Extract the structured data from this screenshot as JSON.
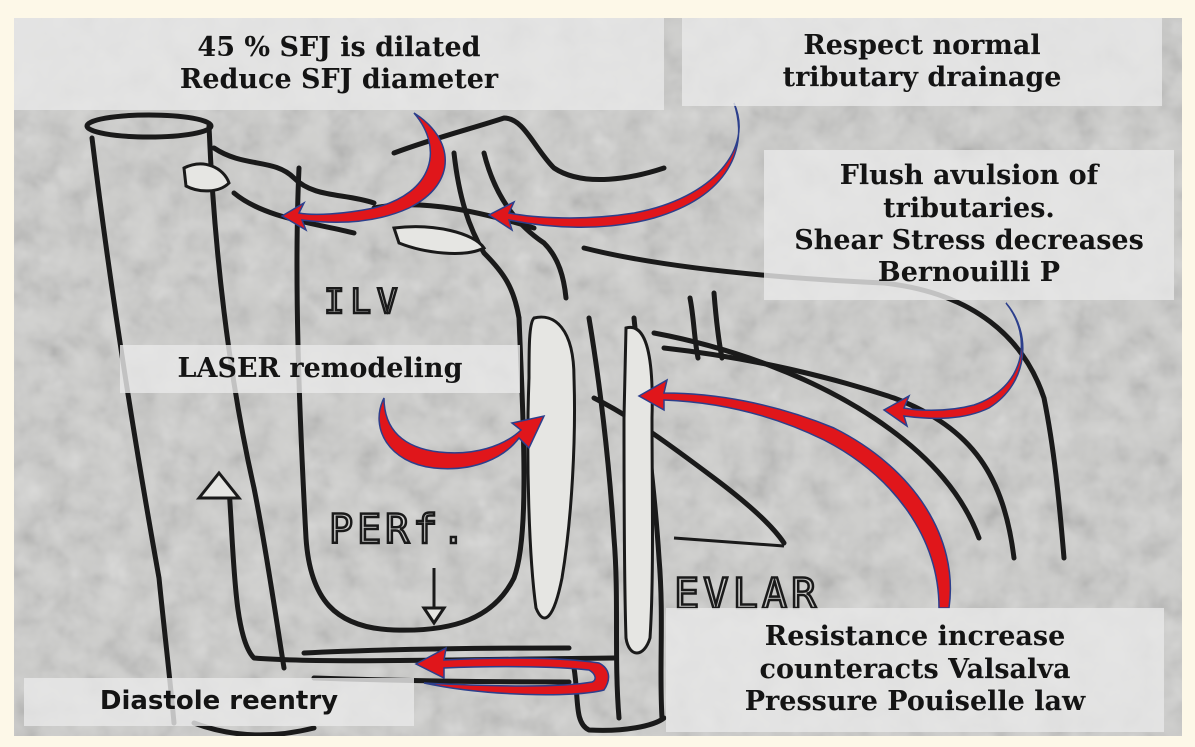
{
  "callouts": {
    "sfj": {
      "line1": "45 % SFJ is dilated",
      "line2": "Reduce SFJ diameter"
    },
    "tributary": {
      "line1": "Respect normal",
      "line2": "tributary drainage"
    },
    "avulsion": {
      "line1": "Flush avulsion of",
      "line2": "tributaries.",
      "line3": "Shear Stress decreases",
      "line4": "Bernouilli P"
    },
    "laser": {
      "line1": "LASER remodeling"
    },
    "resistance": {
      "line1": "Resistance increase",
      "line2": "counteracts Valsalva",
      "line3": "Pressure  Pouiselle law"
    },
    "diastole": {
      "line1": "Diastole reentry"
    }
  },
  "sketch_labels": {
    "vein": "ILV",
    "perforator": "PERf.",
    "procedure": "EVLAR"
  },
  "colors": {
    "arrow_red": "#e0161b",
    "arrow_outline": "#2c3f8c",
    "ink": "#1a1a1a",
    "paper": "#cfcfcd",
    "callout_bg": "#e8e8e8"
  }
}
